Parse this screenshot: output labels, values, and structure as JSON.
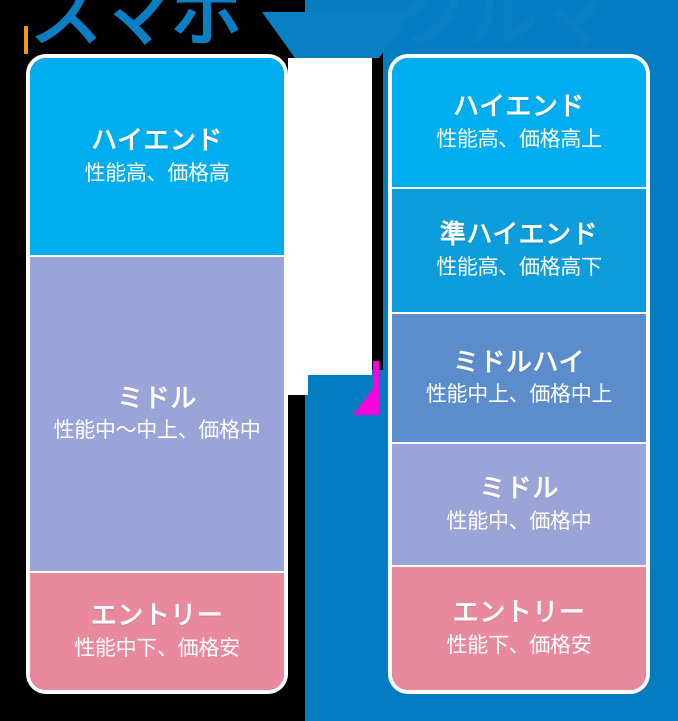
{
  "header": {
    "left_word": "スマホ",
    "right_word": "クルマ",
    "note": "clipped-title-band"
  },
  "colors": {
    "cyan": "#00aeef",
    "blue": "#0d9ddb",
    "steel_blue": "#5b8ccb",
    "periwinkle": "#9aa4d8",
    "pink": "#e8899e",
    "backdrop_blue": "#037cc2",
    "header_blue": "#0b7fc4",
    "accent_magenta": "#ff00dd",
    "accent_orange": "#f7941e",
    "card_outline": "#ffffff"
  },
  "left_panel": {
    "name": "three-tier-lineup",
    "tiers": [
      {
        "title": "ハイエンド",
        "desc": "性能高、価格高",
        "color": "#00aeef"
      },
      {
        "title": "ミドル",
        "desc": "性能中〜中上、価格中",
        "color": "#9aa4d8"
      },
      {
        "title": "エントリー",
        "desc": "性能中下、価格安",
        "color": "#e8899e"
      }
    ]
  },
  "right_panel": {
    "name": "five-tier-lineup",
    "tiers": [
      {
        "title": "ハイエンド",
        "desc": "性能高、価格高上",
        "color": "#00aeef"
      },
      {
        "title": "準ハイエンド",
        "desc": "性能高、価格高下",
        "color": "#0d9ddb"
      },
      {
        "title": "ミドルハイ",
        "desc": "性能中上、価格中上",
        "color": "#5b8ccb"
      },
      {
        "title": "ミドル",
        "desc": "性能中、価格中",
        "color": "#9aa4d8"
      },
      {
        "title": "エントリー",
        "desc": "性能下、価格安",
        "color": "#e8899e"
      }
    ]
  }
}
